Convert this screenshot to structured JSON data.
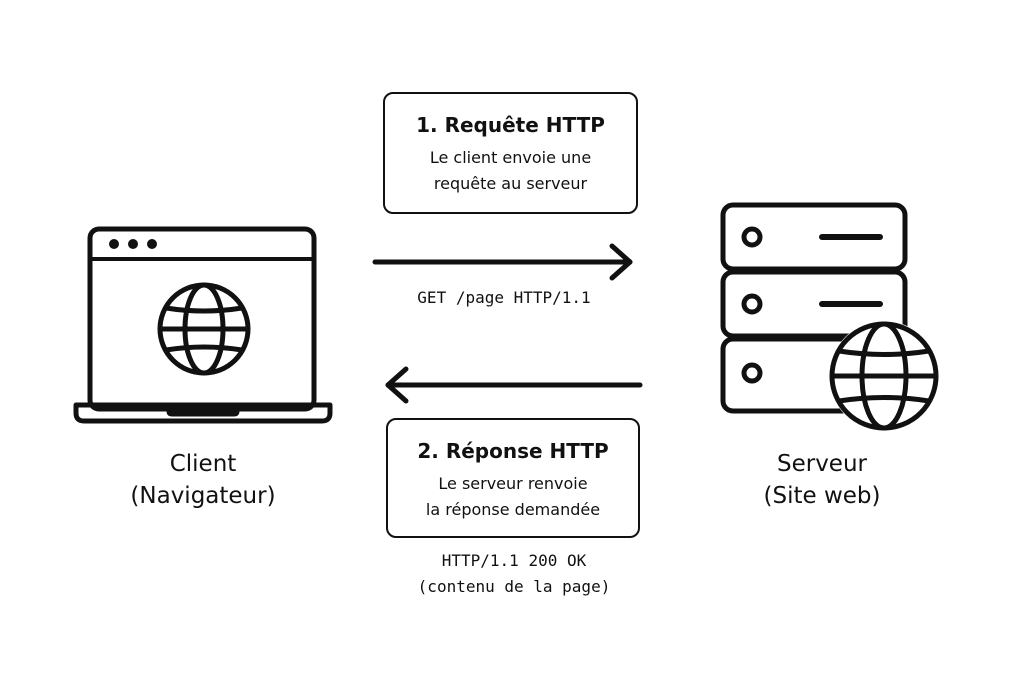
{
  "client": {
    "label_line1": "Client",
    "label_line2": "(Navigateur)",
    "icon": "laptop-browser-globe-icon"
  },
  "server": {
    "label_line1": "Serveur",
    "label_line2": "(Site web)",
    "icon": "server-globe-icon"
  },
  "request": {
    "title": "1. Requête HTTP",
    "desc_line1": "Le client envoie une",
    "desc_line2": "requête au serveur",
    "code": "GET /page HTTP/1.1",
    "arrow": "arrow-right-icon"
  },
  "response": {
    "title": "2. Réponse HTTP",
    "desc_line1": "Le serveur renvoie",
    "desc_line2": "la réponse demandée",
    "code_line1": "HTTP/1.1 200 OK",
    "code_line2": "(contenu de la page)",
    "arrow": "arrow-left-icon"
  },
  "colors": {
    "stroke": "#111111",
    "background": "#ffffff"
  }
}
